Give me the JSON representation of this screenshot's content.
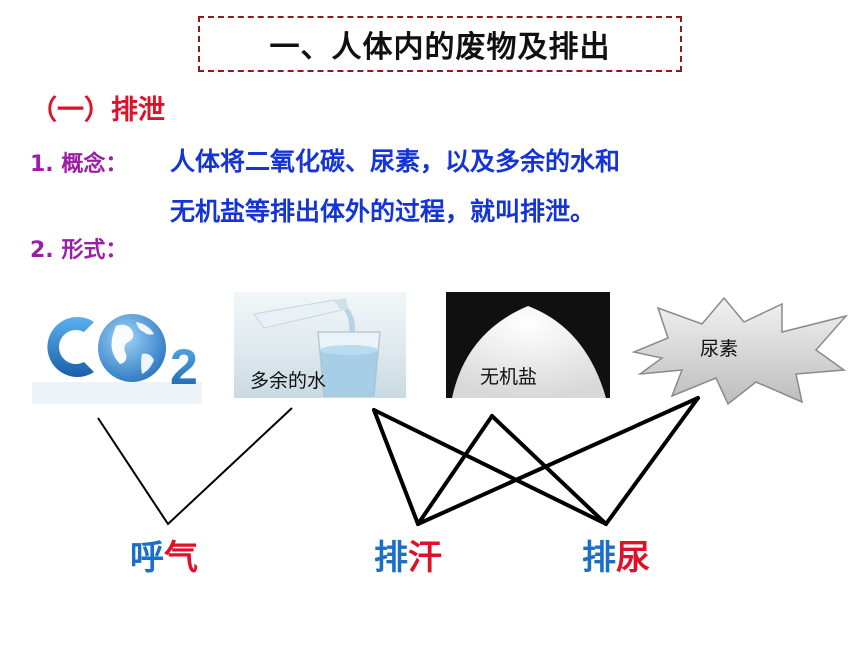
{
  "slide": {
    "title": "一、人体内的废物及排出",
    "section_heading": "（一）排泄",
    "concept": {
      "label": "1. 概念：",
      "line1": "人体将二氧化碳、尿素，以及多余的水和",
      "line2": "无机盐等排出体外的过程，就叫排泄。"
    },
    "form": {
      "label": "2. 形式："
    }
  },
  "images": {
    "co2": {
      "icon": "co2-globe-icon",
      "letters": "CO",
      "subscript": "2"
    },
    "water": {
      "caption": "多余的水"
    },
    "salt": {
      "caption": "无机盐"
    },
    "urea": {
      "caption": "尿素"
    }
  },
  "methods": {
    "breathing": {
      "part1": "呼",
      "part2": "气"
    },
    "sweating": {
      "part1": "排",
      "part2": "汗"
    },
    "urination": {
      "part1": "排",
      "part2": "尿"
    }
  },
  "colors": {
    "title_border": "#8b1a1a",
    "heading_red": "#e0102a",
    "label_purple": "#9b1fa6",
    "concept_blue": "#1434d6",
    "method_blue": "#1a6fc9",
    "method_red": "#e0102a"
  }
}
